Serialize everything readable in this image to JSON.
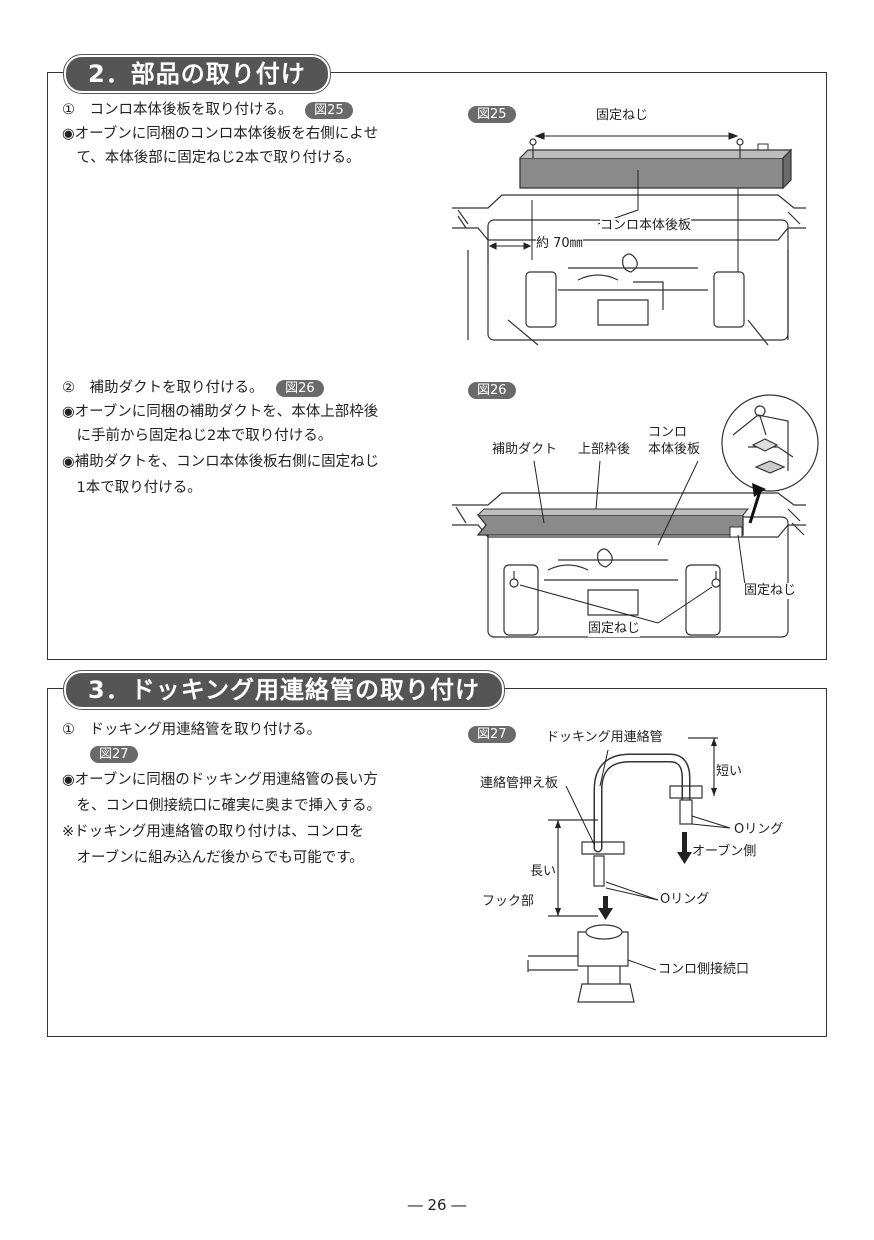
{
  "sections": [
    {
      "title": "2．部品の取り付け",
      "steps": [
        {
          "heading": "①　コンロ本体後板を取り付ける。",
          "figure_ref": "図25",
          "bullets": [
            "◉オーブンに同梱のコンロ本体後板を右側によせ",
            "　て、本体後部に固定ねじ2本で取り付ける。"
          ],
          "figure": {
            "badge": "図25",
            "labels": {
              "screws": "固定ねじ",
              "back_panel": "コンロ本体後板",
              "distance": "約 70㎜"
            }
          }
        },
        {
          "heading": "②　補助ダクトを取り付ける。",
          "figure_ref": "図26",
          "bullets": [
            "◉オーブンに同梱の補助ダクトを、本体上部枠後",
            "　に手前から固定ねじ2本で取り付ける。",
            "◉補助ダクトを、コンロ本体後板右側に固定ねじ",
            "　1本で取り付ける。"
          ],
          "figure": {
            "badge": "図26",
            "labels": {
              "duct": "補助ダクト",
              "upper_frame": "上部枠後",
              "konro_line1": "コンロ",
              "konro_line2": "本体後板",
              "screw_right": "固定ねじ",
              "screw_bottom": "固定ねじ"
            }
          }
        }
      ]
    },
    {
      "title": "3．ドッキング用連絡管の取り付け",
      "steps": [
        {
          "heading": "①　ドッキング用連絡管を取り付ける。",
          "figure_ref": "図27",
          "bullets": [
            "◉オーブンに同梱のドッキング用連絡管の長い方",
            "　を、コンロ側接続口に確実に奥まで挿入する。",
            "※ドッキング用連絡管の取り付けは、コンロを",
            "　オーブンに組み込んだ後からでも可能です。"
          ],
          "figure": {
            "badge": "図27",
            "labels": {
              "pipe": "ドッキング用連絡管",
              "plate": "連絡管押え板",
              "short": "短い",
              "oring1": "Oリング",
              "oven_side": "オーブン側",
              "long": "長い",
              "hook": "フック部",
              "oring2": "Oリング",
              "konro_port": "コンロ側接続口"
            }
          }
        }
      ]
    }
  ],
  "page_number": "― 26 ―"
}
